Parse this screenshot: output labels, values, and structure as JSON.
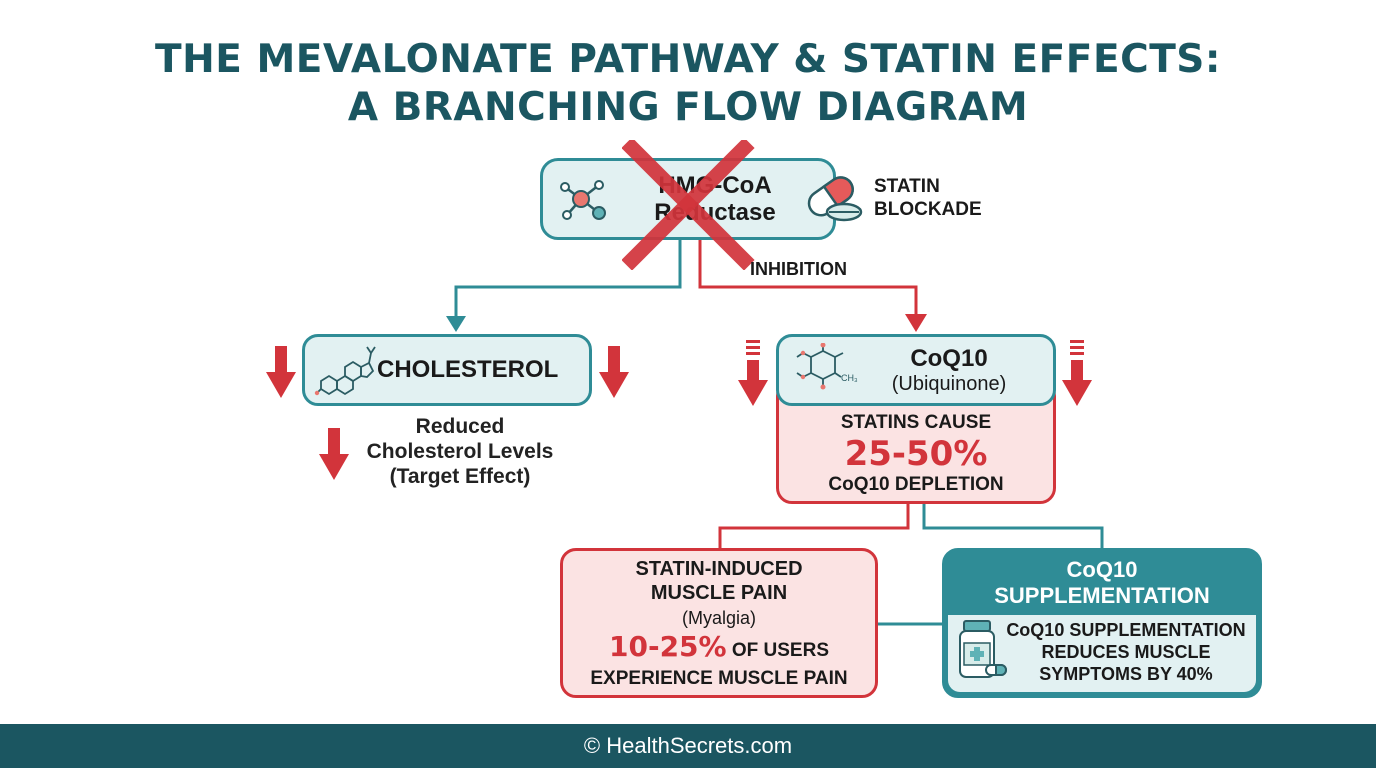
{
  "title": {
    "line1": "THE MEVALONATE PATHWAY & STATIN EFFECTS:",
    "line2": "A BRANCHING FLOW DIAGRAM"
  },
  "top_node": {
    "line1": "HMG-CoA",
    "line2": "Reductase",
    "status": "blocked"
  },
  "statin": {
    "line1": "STATIN",
    "line2": "BLOCKADE"
  },
  "inhibition_label": "INHIBITION",
  "cholesterol": {
    "label": "CHOLESTEROL",
    "effect_line1": "Reduced",
    "effect_line2": "Cholesterol Levels",
    "effect_line3": "(Target Effect)"
  },
  "coq10": {
    "label": "CoQ10",
    "sublabel": "(Ubiquinone)",
    "ch3": "CH₃",
    "depletion_line1": "STATINS CAUSE",
    "depletion_value": "25-50%",
    "depletion_line2": "CoQ10 DEPLETION"
  },
  "muscle_pain": {
    "line1": "STATIN-INDUCED",
    "line2": "MUSCLE PAIN",
    "line3": "(Myalgia)",
    "value": "10-25%",
    "value_suffix": " OF USERS",
    "line4": "EXPERIENCE MUSCLE PAIN"
  },
  "supplementation": {
    "header_line1": "CoQ10",
    "header_line2": "SUPPLEMENTATION",
    "body_line1": "CoQ10 SUPPLEMENTATION",
    "body_line2": "REDUCES MUSCLE",
    "body_line3": "SYMPTOMS BY 40%"
  },
  "footer": "© HealthSecrets.com",
  "colors": {
    "teal": "#2f8c96",
    "dark_teal": "#1b5661",
    "red": "#d2343b",
    "light_teal": "#e2f1f2",
    "light_red": "#fbe3e3"
  },
  "icons": [
    "molecule-icon",
    "pill-icon",
    "steroid-structure-icon",
    "quinone-structure-icon",
    "medicine-bottle-icon",
    "down-arrow-icon",
    "red-x-icon"
  ]
}
